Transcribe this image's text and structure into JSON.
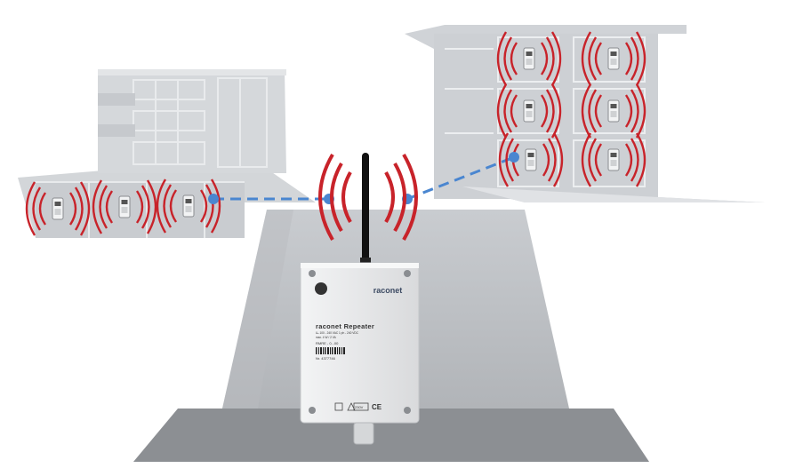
{
  "device": {
    "brand": "raconet",
    "title": "raconet Repeater",
    "spec_line1": "Uₙ 100 - 240 VAC 1 ph - 240 VDC",
    "spec_line2": "max. 4 W / 2 VA",
    "model": "RMRE - 0...00",
    "serial": "Nr. 4377746",
    "ce_mark": "CE",
    "box_mark": "230V"
  },
  "icons": {
    "wave": "radio-wave-icon",
    "meter": "heat-cost-allocator-icon",
    "node": "relay-node-icon",
    "antenna": "antenna-icon"
  },
  "colors": {
    "wave": "#c8232a",
    "link": "#4a86d0",
    "node": "#4a86d0",
    "building": "#d0d3d7",
    "building_line": "#eceef0",
    "road": "#bfc2c6",
    "ground": "#8c8f93",
    "device_body": "#e6e7e8"
  }
}
